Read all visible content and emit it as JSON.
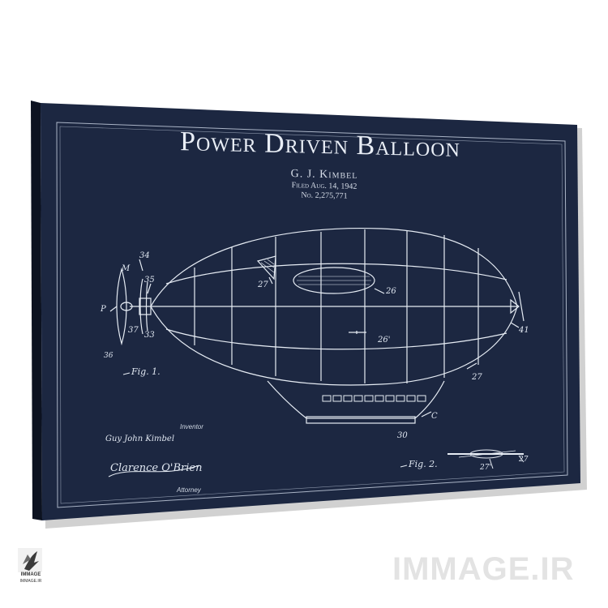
{
  "poster": {
    "title": "Power Driven Balloon",
    "inventor_name": "G. J. Kimbel",
    "filed": "Filed Aug. 14, 1942",
    "patent_no": "No. 2,275,771",
    "inventor_label": "Inventor",
    "inventor_signature": "Guy John Kimbel",
    "attorney_label": "Attorney",
    "attorney_signature": "Clarence O'Brien",
    "figures": [
      "Fig. 1.",
      "Fig. 2."
    ],
    "callouts": {
      "c34": "34",
      "c35": "35",
      "cM": "M",
      "cP": "P",
      "c37": "37",
      "c33": "33",
      "c36": "36",
      "c27a": "27",
      "c26": "26",
      "c26p": "26'",
      "c41": "41",
      "c27b": "27",
      "cC": "C",
      "c30": "30",
      "c27c": "27",
      "c27p": "27'"
    },
    "canvas_color": "#1c2741"
  },
  "watermark": {
    "text": "IMMAGE.IR",
    "logo_name": "IMMAGE",
    "logo_url": "IMMAGE.IR"
  }
}
